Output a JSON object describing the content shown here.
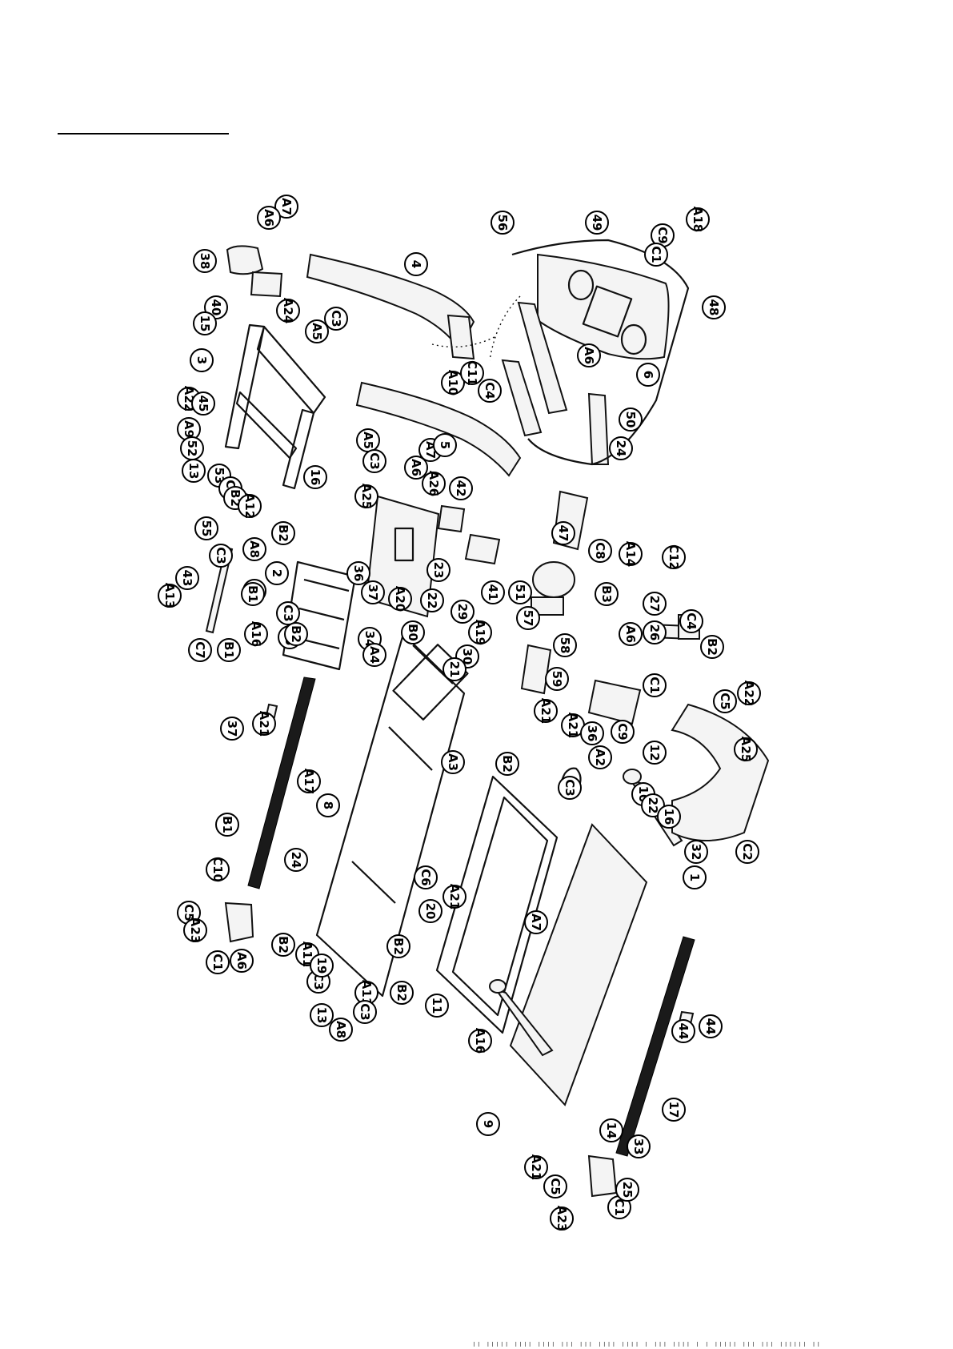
{
  "document": {
    "kind": "exploded parts diagram (rotated 90°)",
    "heading": ""
  },
  "labels": [
    "A7",
    "A6",
    "4",
    "56",
    "49",
    "C9",
    "A18",
    "38",
    "48",
    "C1",
    "40",
    "A24",
    "C3",
    "A5",
    "15",
    "3",
    "A10",
    "C11",
    "C4",
    "A6",
    "6",
    "50",
    "A22",
    "45",
    "A9",
    "52",
    "13",
    "53",
    "C3",
    "B2",
    "A5",
    "C3",
    "A7",
    "A6",
    "5",
    "16",
    "24",
    "55",
    "A12",
    "B2",
    "C3",
    "A8",
    "A25",
    "A26",
    "42",
    "47",
    "C8",
    "43",
    "C7",
    "B1",
    "A13",
    "A16",
    "35",
    "2",
    "36",
    "37",
    "A20",
    "23",
    "41",
    "51",
    "B3",
    "A14",
    "C12",
    "27",
    "A6",
    "26",
    "C4",
    "B2",
    "C3",
    "C7",
    "B1",
    "B2",
    "34",
    "A4",
    "B0",
    "22",
    "29",
    "A19",
    "30",
    "21",
    "57",
    "58",
    "59",
    "A21",
    "C1",
    "C5",
    "A22",
    "A25",
    "44",
    "A21",
    "37",
    "A21",
    "36",
    "A2",
    "C9",
    "12",
    "10",
    "A3",
    "C3",
    "22",
    "16",
    "C2",
    "B1",
    "A17",
    "8",
    "B2",
    "32",
    "1",
    "C10",
    "24",
    "A21",
    "C5",
    "A23",
    "C1",
    "A6",
    "B2",
    "A11",
    "C3",
    "19",
    "A7",
    "C6",
    "20",
    "B2",
    "B2",
    "13",
    "A8",
    "A11",
    "C3",
    "11",
    "A16",
    "14",
    "44",
    "17",
    "9",
    "A21",
    "C5",
    "A23",
    "C1",
    "25",
    "33"
  ],
  "footer": {
    "strip": "|| ||||| |||| |||| ||| ||| ||||     |||| | ||| |||| | | ||||| ||| ||| |||||| ||"
  }
}
